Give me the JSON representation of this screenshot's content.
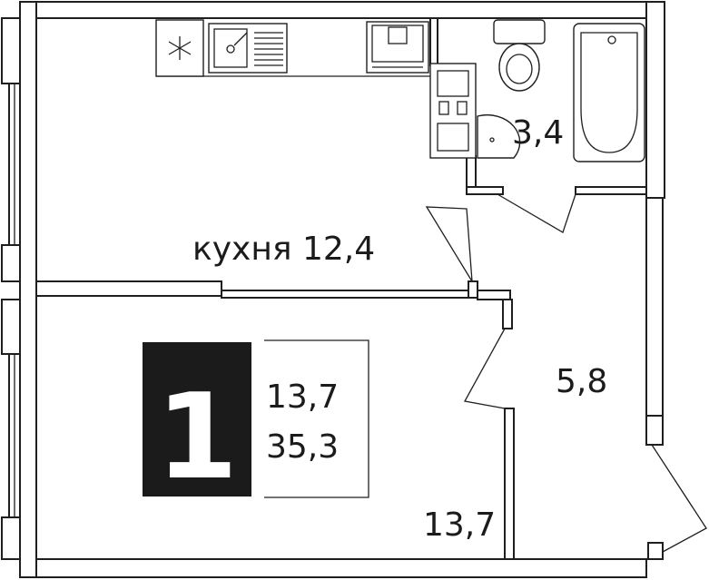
{
  "rooms": {
    "kitchen": {
      "label": "кухня 12,4"
    },
    "bathroom": {
      "label": "3,4"
    },
    "hall": {
      "label": "5,8"
    },
    "bedroom": {
      "label": "13,7"
    }
  },
  "badge": {
    "rooms_count": "1",
    "living_area": "13,7",
    "total_area": "35,3"
  },
  "colors": {
    "ink": "#1f1f1f",
    "badge_fill": "#1b1b1b",
    "background": "#ffffff"
  }
}
